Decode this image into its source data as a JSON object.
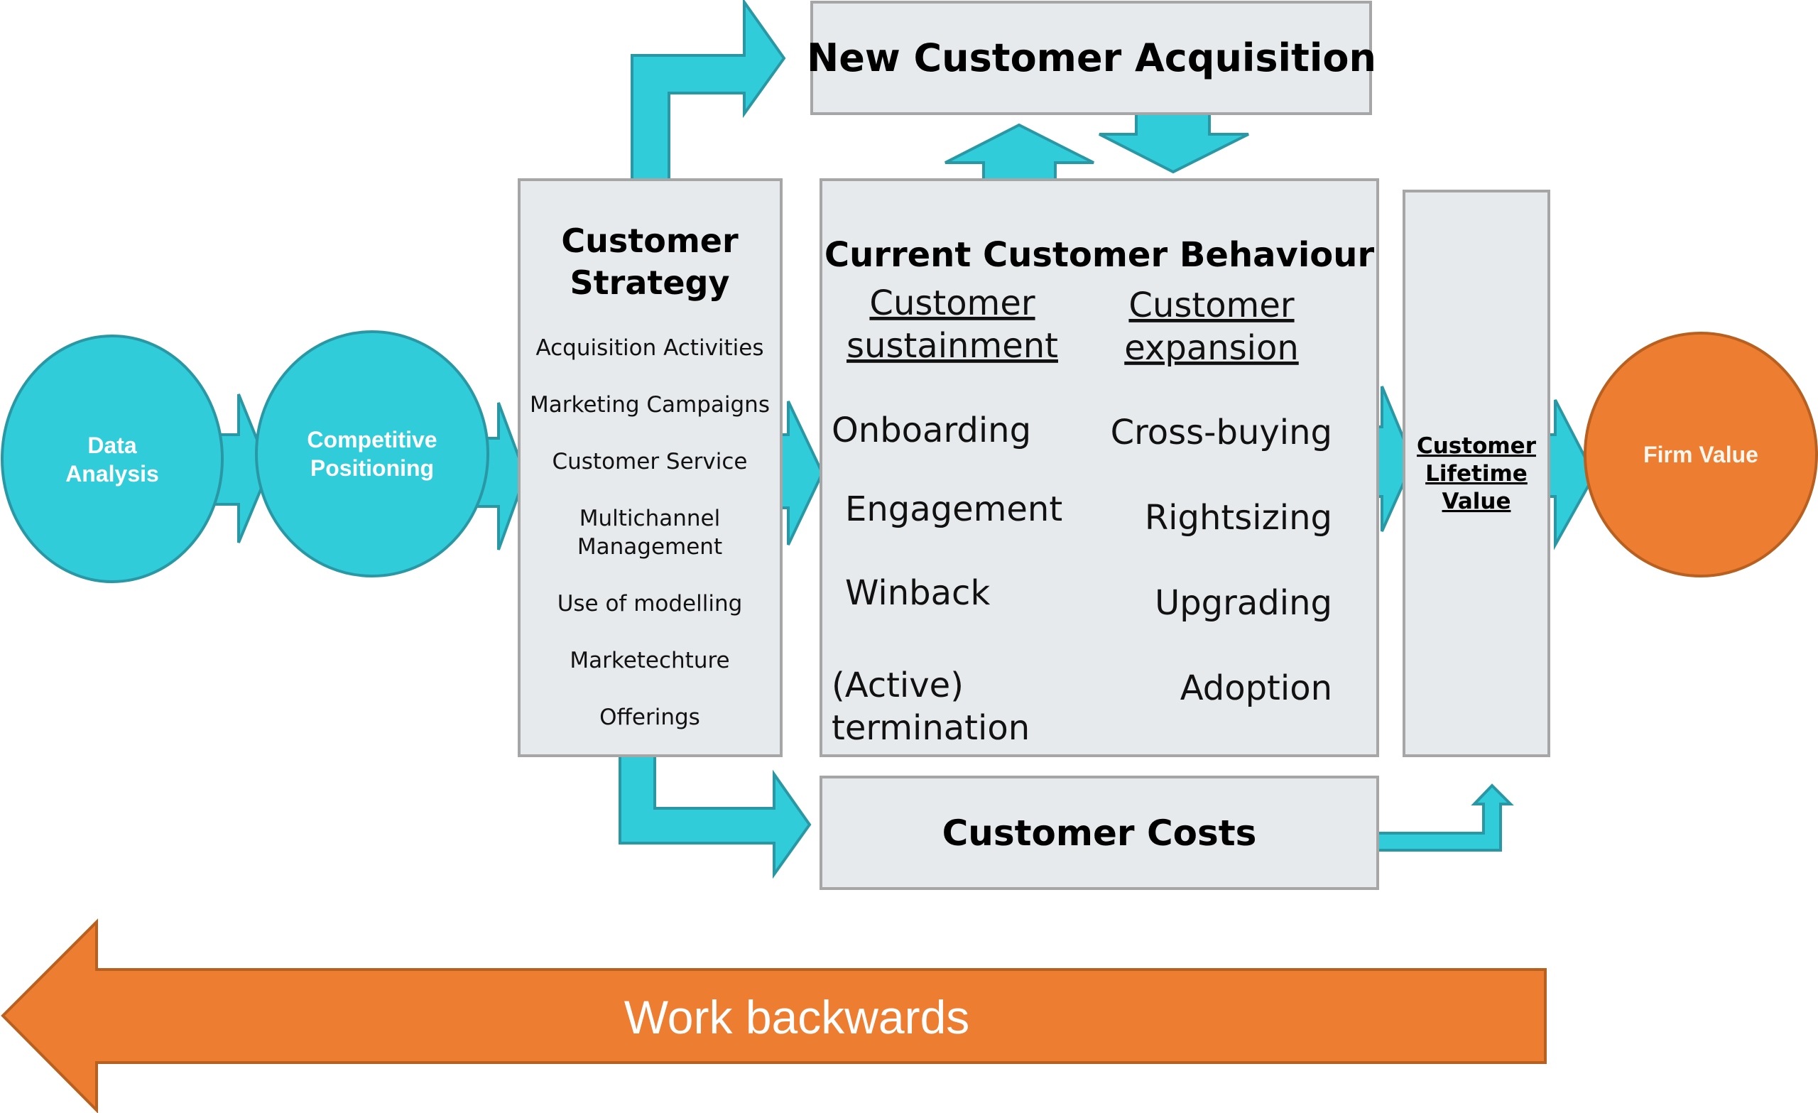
{
  "title": "Customer value framework: from data analysis to firm value",
  "colors": {
    "teal": "#31CCDA",
    "teal_outline": "#2A98A4",
    "orange": "#ED7D31",
    "box_fill": "#E7EAED",
    "box_border": "#A6A6A6"
  },
  "nodes": {
    "data_analysis": {
      "lines": [
        "Data",
        "Analysis"
      ]
    },
    "competitive_positioning": {
      "lines": [
        "Competitive",
        "Positioning"
      ]
    },
    "customer_strategy": {
      "title_lines": [
        "Customer",
        "Strategy"
      ],
      "items": [
        [
          "Acquisition Activities"
        ],
        [
          "Marketing Campaigns"
        ],
        [
          "Customer Service"
        ],
        [
          "Multichannel",
          "Management"
        ],
        [
          "Use of modelling"
        ],
        [
          "Marketechture"
        ],
        [
          "Offerings"
        ]
      ]
    },
    "new_customer_acquisition": {
      "title": "New Customer Acquisition"
    },
    "current_customer_behaviour": {
      "title": "Current Customer Behaviour",
      "sustainment": {
        "heading_lines": [
          "Customer",
          "sustainment"
        ],
        "items": [
          [
            "Onboarding"
          ],
          [
            "Engagement"
          ],
          [
            "Winback"
          ],
          [
            "(Active)",
            "termination"
          ]
        ]
      },
      "expansion": {
        "heading_lines": [
          "Customer",
          "expansion"
        ],
        "items": [
          [
            "Cross-buying"
          ],
          [
            "Rightsizing"
          ],
          [
            "Upgrading"
          ],
          [
            "Adoption"
          ]
        ]
      }
    },
    "customer_costs": {
      "title": "Customer Costs"
    },
    "customer_lifetime_value": {
      "lines": [
        "Customer",
        "Lifetime",
        "Value"
      ]
    },
    "firm_value": {
      "label": "Firm Value"
    }
  },
  "flows": [
    {
      "from": "Data Analysis",
      "to": "Competitive Positioning"
    },
    {
      "from": "Competitive Positioning",
      "to": "Customer Strategy"
    },
    {
      "from": "Customer Strategy",
      "to": "Current Customer Behaviour"
    },
    {
      "from": "Customer Strategy",
      "to": "New Customer Acquisition"
    },
    {
      "from": "Customer Strategy",
      "to": "Customer Costs"
    },
    {
      "from": "Current Customer Behaviour",
      "to": "New Customer Acquisition"
    },
    {
      "from": "New Customer Acquisition",
      "to": "Current Customer Behaviour"
    },
    {
      "from": "Current Customer Behaviour",
      "to": "Customer Lifetime Value"
    },
    {
      "from": "Customer Costs",
      "to": "Customer Lifetime Value"
    },
    {
      "from": "Customer Lifetime Value",
      "to": "Firm Value"
    }
  ],
  "work_backwards": {
    "label": "Work backwards",
    "direction": "right-to-left"
  }
}
